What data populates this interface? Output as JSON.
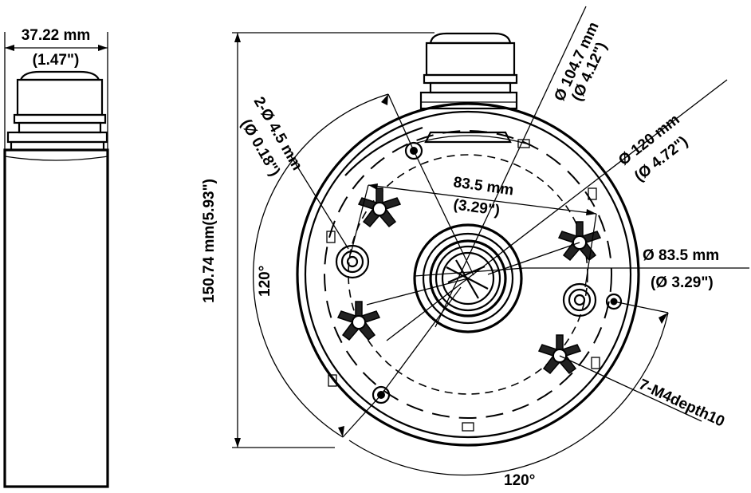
{
  "side_view": {
    "width_mm": "37.22 mm",
    "width_in": "(1.47\")"
  },
  "front_view": {
    "height_label": "150.74 mm(5.93\")",
    "hole_dia_mm": "2-Ø 4.5 mm",
    "hole_dia_in": "(Ø 0.18\")",
    "dia_104_mm": "Ø 104.7 mm",
    "dia_104_in": "(Ø 4.12\")",
    "dia_120_mm": "Ø 120 mm",
    "dia_120_in": "(Ø 4.72\")",
    "chord_mm": "83.5 mm",
    "chord_in": "(3.29\")",
    "dia_83_mm": "Ø 83.5 mm",
    "dia_83_in": "(Ø 3.29\")",
    "angle_left": "120°",
    "angle_bottom": "120°",
    "thread_label": "7-M4depth10"
  }
}
